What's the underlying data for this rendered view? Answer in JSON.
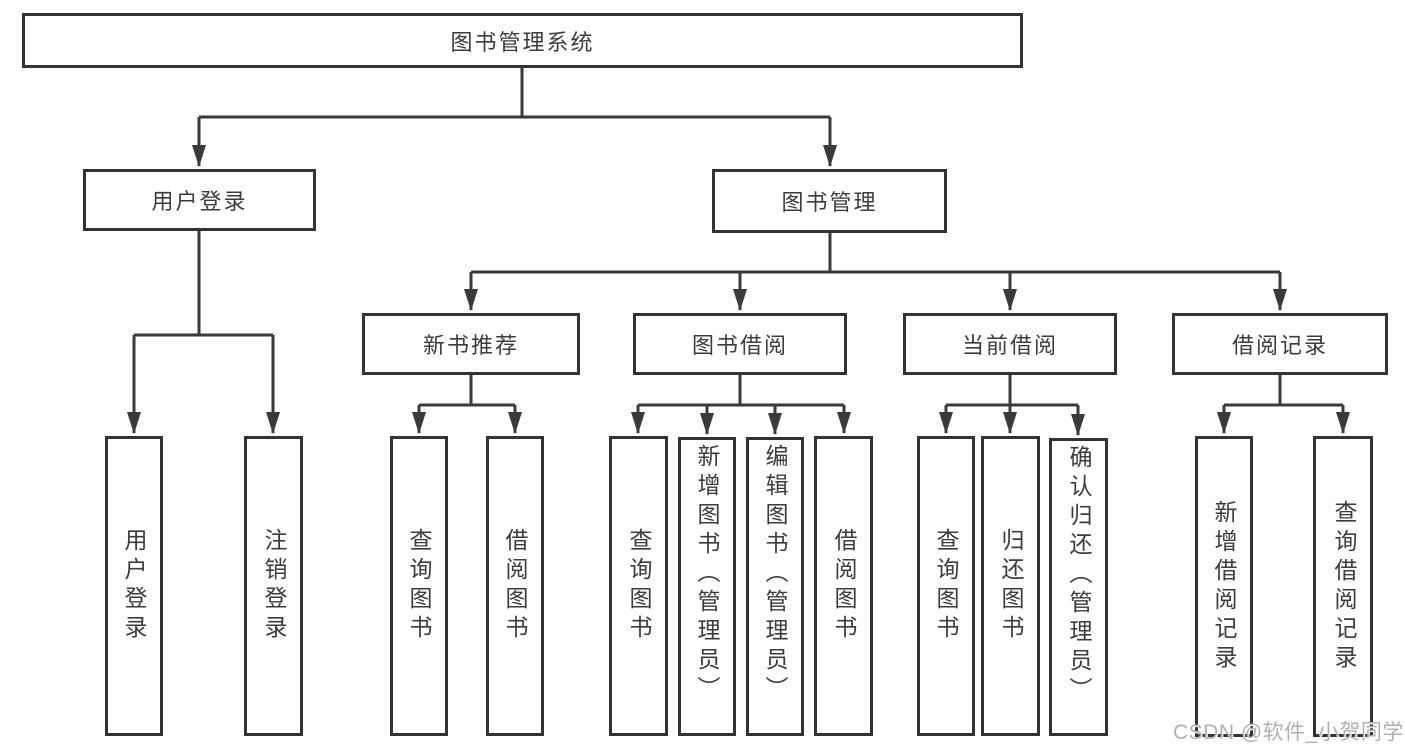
{
  "diagram_type": "tree",
  "colors": {
    "line": "#3a3a3a",
    "box_border": "#333333",
    "box_fill": "#ffffff",
    "text": "#3c3c3c",
    "watermark": "#b2b0ae",
    "background": "#ffffff"
  },
  "nodes": {
    "root": "图书管理系统",
    "user_login": "用户登录",
    "book_management": "图书管理",
    "new_book_recommend": "新书推荐",
    "book_borrow": "图书借阅",
    "current_borrow": "当前借阅",
    "borrow_records": "借阅记录",
    "leaf_user_login": "用户登录",
    "leaf_logout": "注销登录",
    "leaf_query_book_recommend": "查询图书",
    "leaf_borrow_book_recommend": "借阅图书",
    "leaf_query_book_borrow": "查询图书",
    "leaf_add_book_admin": "新增图书（管理员）",
    "leaf_edit_book_admin": "编辑图书（管理员）",
    "leaf_borrow_book": "借阅图书",
    "leaf_query_book_current": "查询图书",
    "leaf_return_book": "归还图书",
    "leaf_confirm_return_admin": "确认归还（管理员）",
    "leaf_add_borrow_record": "新增借阅记录",
    "leaf_query_borrow_record": "查询借阅记录"
  },
  "watermark": "CSDN @软件_小贺同学"
}
